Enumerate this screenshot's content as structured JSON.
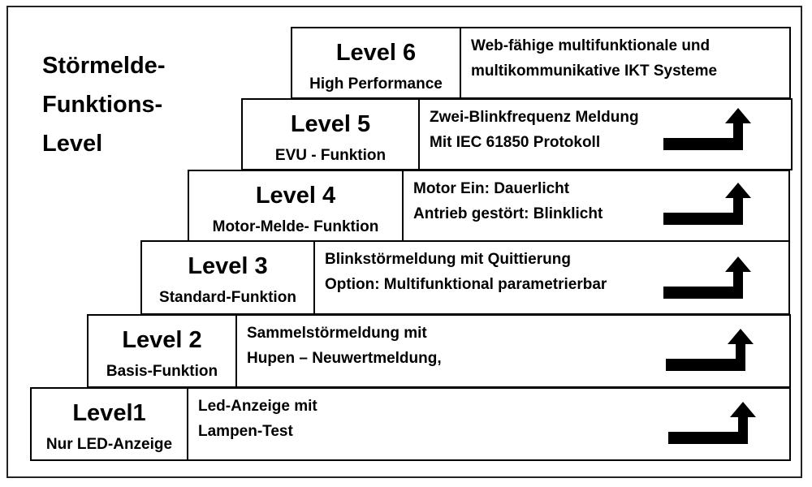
{
  "title": [
    "Störmelde-",
    "Funktions-",
    "Level"
  ],
  "levels": [
    {
      "name": "Level 6",
      "sub": "High Performance",
      "desc": [
        "Web-fähige multifunktionale und",
        "multikommunikative IKT Systeme"
      ],
      "arrow": false
    },
    {
      "name": "Level 5",
      "sub": "EVU - Funktion",
      "desc": [
        "Zwei-Blinkfrequenz Meldung",
        " Mit IEC 61850 Protokoll"
      ],
      "arrow": true
    },
    {
      "name": "Level 4",
      "sub": "Motor-Melde- Funktion",
      "desc": [
        "Motor Ein: Dauerlicht",
        "Antrieb gestört: Blinklicht"
      ],
      "arrow": true
    },
    {
      "name": "Level 3",
      "sub": "Standard-Funktion",
      "desc": [
        "Blinkstörmeldung mit Quittierung",
        "Option: Multifunktional parametrierbar"
      ],
      "arrow": true
    },
    {
      "name": "Level 2",
      "sub": "Basis-Funktion",
      "desc": [
        "Sammelstörmeldung mit",
        "Hupen – Neuwertmeldung,"
      ],
      "arrow": true
    },
    {
      "name": "Level1",
      "sub": "Nur LED-Anzeige",
      "desc": [
        "Led-Anzeige mit",
        "Lampen-Test"
      ],
      "arrow": true
    }
  ],
  "arrow_color": "#000000"
}
